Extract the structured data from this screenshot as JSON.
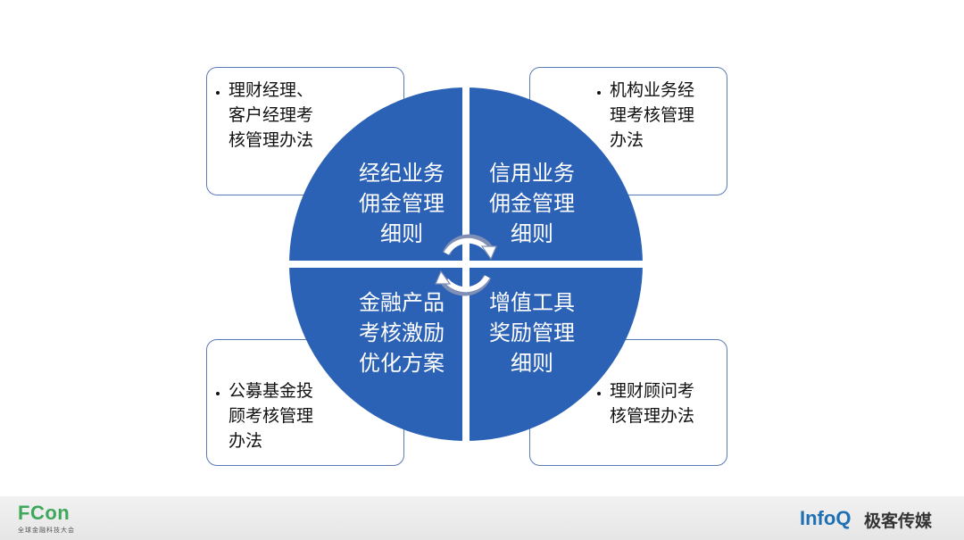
{
  "boxes": {
    "top_left": "理财经理、客户经理考核管理办法",
    "top_right": "机构业务经理考核管理办法",
    "bottom_left": "公募基金投顾考核管理办法",
    "bottom_right": "理财顾问考核管理办法"
  },
  "box_lines": {
    "top_left": [
      "理财经理、",
      "客户经理考",
      "核管理办法"
    ],
    "top_right": [
      "机构业务经",
      "理考核管理",
      "办法"
    ],
    "bottom_left": [
      "公募基金投",
      "顾考核管理",
      "办法"
    ],
    "bottom_right": [
      "理财顾问考",
      "核管理办法"
    ]
  },
  "quadrants": {
    "top_left": [
      "经纪业务",
      "佣金管理",
      "细则"
    ],
    "top_right": [
      "信用业务",
      "佣金管理",
      "细则"
    ],
    "bottom_left": [
      "金融产品",
      "考核激励",
      "优化方案"
    ],
    "bottom_right": [
      "增值工具",
      "奖励管理",
      "细则"
    ]
  },
  "colors": {
    "quadrant_fill": "#2c62b6",
    "box_border": "#5b7ab8",
    "fcon_green": "#3da75b",
    "infoq_blue": "#1f6fb5"
  },
  "footer": {
    "fcon_logo": "FCon",
    "fcon_sub": "全球金融科技大会",
    "infoq_logo": "InfoQ",
    "geek_logo": "极客传媒"
  }
}
